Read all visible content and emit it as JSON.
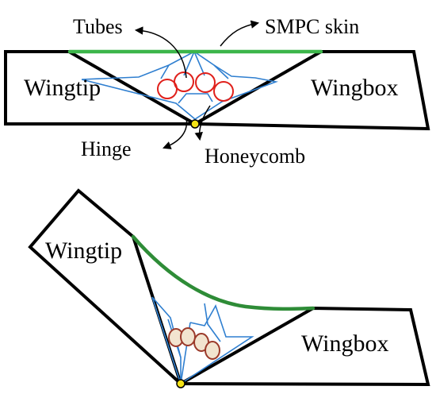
{
  "colors": {
    "skin": "#3cb54a",
    "skin_folded": "#2e8c37",
    "honeycomb": "#2f7fd0",
    "tube": "#e0201b",
    "tube_folded_fill": "#f2e4cf",
    "tube_folded_stroke": "#9b3a2a",
    "hinge": "#f4e316"
  },
  "top": {
    "labels": {
      "tubes": "Tubes",
      "smpc_skin": "SMPC skin",
      "wingtip": "Wingtip",
      "wingbox": "Wingbox",
      "hinge": "Hinge",
      "honeycomb": "Honeycomb"
    }
  },
  "bottom": {
    "labels": {
      "wingtip": "Wingtip",
      "wingbox": "Wingbox"
    }
  }
}
